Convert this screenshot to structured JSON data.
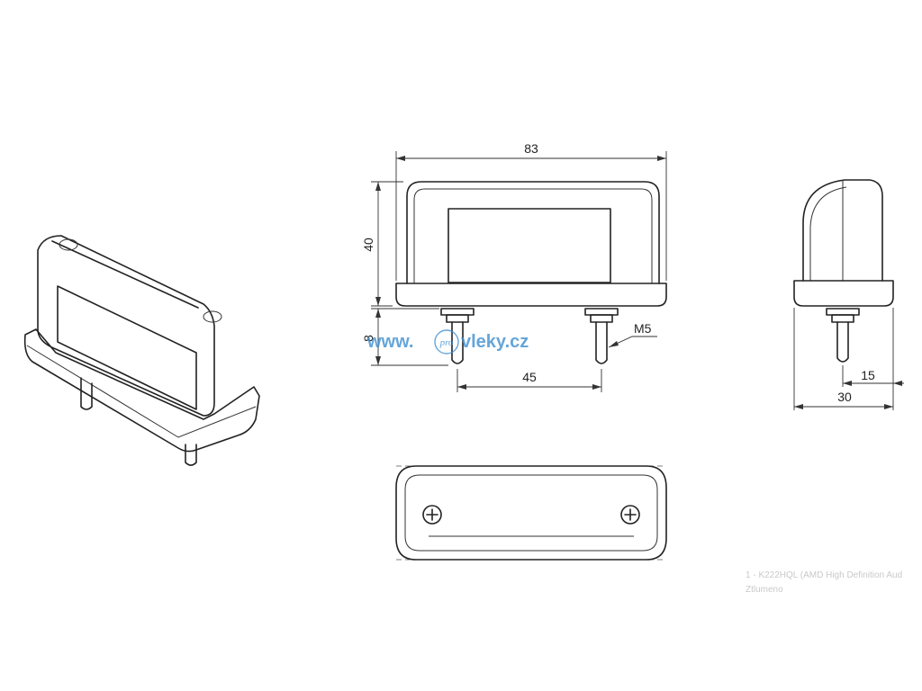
{
  "dimensions": {
    "width_top": "83",
    "height": "40",
    "stud_height": "8",
    "stud_spacing": "45",
    "thread": "M5",
    "side_stud_offset": "15",
    "side_width": "30"
  },
  "watermark": {
    "prefix": "www.",
    "badge": "pro",
    "suffix": "vleky.cz"
  },
  "overlay": {
    "line1": "1 - K222HQL (AMD High Definition Aud",
    "line2": "Ztlumeno"
  },
  "colors": {
    "line": "#222222",
    "watermark": "#3f8fd0",
    "overlay_text": "#c9c9c9"
  }
}
